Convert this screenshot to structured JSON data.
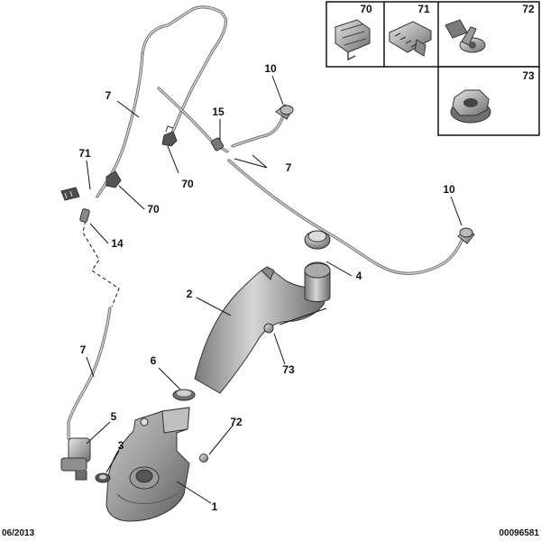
{
  "callouts": {
    "c1": "1",
    "c2": "2",
    "c3": "3",
    "c4": "4",
    "c5": "5",
    "c6": "6",
    "c7a": "7",
    "c7b": "7",
    "c7c": "7",
    "c10a": "10",
    "c10b": "10",
    "c14": "14",
    "c15": "15",
    "c70a": "70",
    "c71a": "71",
    "c72a": "72",
    "c73a": "73"
  },
  "inset": {
    "c70": "70",
    "c71": "71",
    "c72": "72",
    "c73": "73"
  },
  "footer": {
    "date": "06/2013",
    "reference": "00096581"
  }
}
